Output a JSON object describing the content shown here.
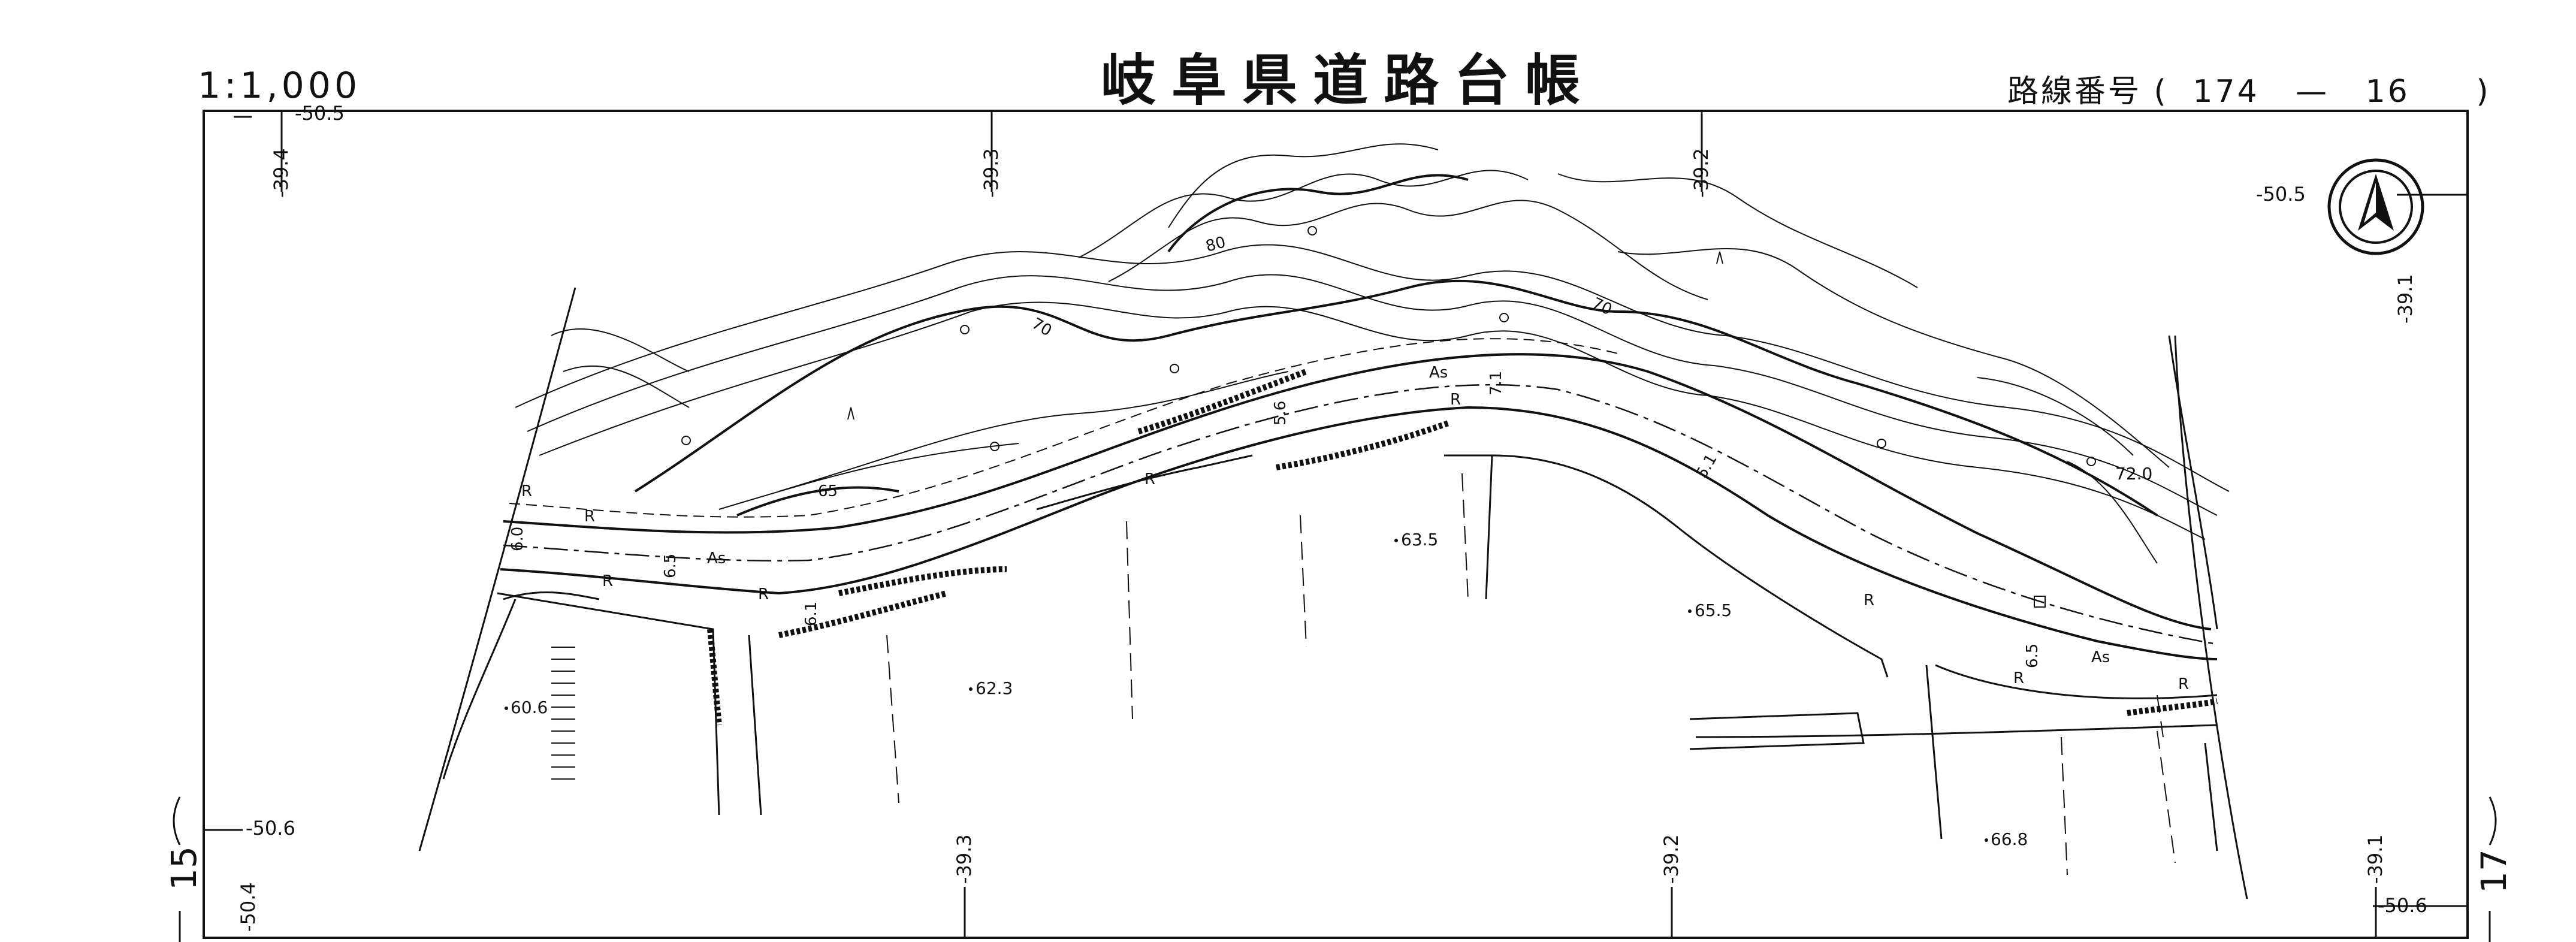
{
  "header": {
    "title": "岐阜県道路台帳",
    "scale": "1:1,000",
    "route_label": "路線番号",
    "route_number_a": "174",
    "route_number_b": "16"
  },
  "sheet_neighbors": {
    "left": "15",
    "right": "17"
  },
  "grid_coords": {
    "top_left_y": "-50.5",
    "top_x1": "-39.4",
    "top_x2": "-39.3",
    "top_x3": "-39.2",
    "right_y": "-50.5",
    "right_x": "-39.1",
    "bottom_left_y": "-50.6",
    "bottom_left_x": "-50.4",
    "bottom_x1": "-39.3",
    "bottom_x2": "-39.2",
    "bottom_x3": "-39.1",
    "bottom_right_y": "-50.6"
  },
  "spot_elevations": [
    {
      "label": "60.6"
    },
    {
      "label": "62.3"
    },
    {
      "label": "63.5"
    },
    {
      "label": "65.5"
    },
    {
      "label": "66.8"
    },
    {
      "label": "72.0"
    }
  ],
  "contour_labels": [
    "80",
    "70",
    "70",
    "65"
  ],
  "road_labels": {
    "surface": "As",
    "widths": [
      "6.0",
      "6.5",
      "6.1",
      "5.6",
      "7.1",
      "5.1",
      "6.5"
    ],
    "retaining": "R"
  },
  "north_arrow": "north-arrow"
}
